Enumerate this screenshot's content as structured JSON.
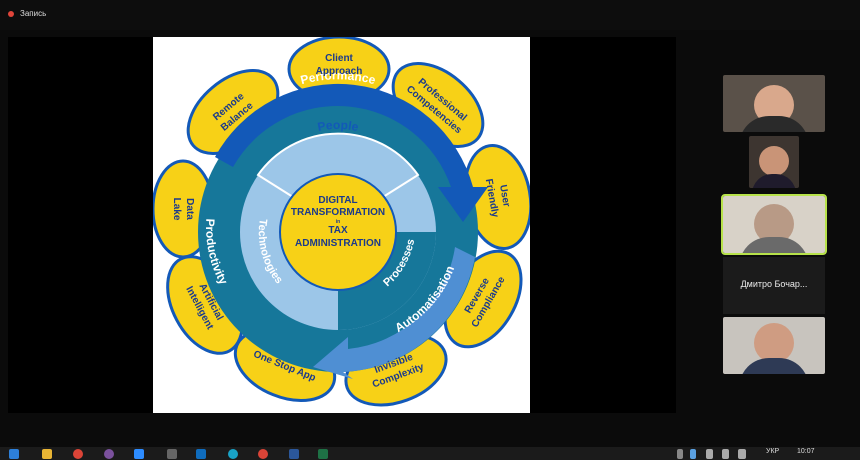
{
  "meeting": {
    "recording_label": "Запись"
  },
  "slide": {
    "center": {
      "line1": "DIGITAL",
      "line2": "TRANSFORMATION",
      "line3": "in",
      "line4": "TAX",
      "line5": "ADMINISTRATION"
    },
    "inner_ring": {
      "people": "People",
      "technologies": "Technologies",
      "processes": "Processes"
    },
    "outer_ring": {
      "performance": "Performance",
      "productivity": "Productivity",
      "automatisation": "Automatisation"
    },
    "petals": {
      "client_approach": [
        "Client",
        "Approach"
      ],
      "professional_competencies": [
        "Professional",
        "Competencies"
      ],
      "user_friendly": [
        "User",
        "Friendly"
      ],
      "reverse_compliance": [
        "Reverse",
        "Compliance"
      ],
      "invisible_complexity": [
        "Invisible",
        "Complexity"
      ],
      "one_stop_app": [
        "One Stop App"
      ],
      "artificial_intelligent": [
        "Artificial",
        "Intelligent"
      ],
      "data_lake": [
        "Data",
        "Lake"
      ],
      "remote_balance": [
        "Remote",
        "Balance"
      ]
    }
  },
  "participants": {
    "name_label": "Дмитро Бочар..."
  },
  "taskbar": {
    "language": "УКР",
    "time": "10:07"
  },
  "colors": {
    "petal": "#f7d117",
    "dark_blue": "#1359b8",
    "teal": "#16779a",
    "light_blue": "#9cc6e8",
    "mid_blue": "#4f8fd3"
  }
}
